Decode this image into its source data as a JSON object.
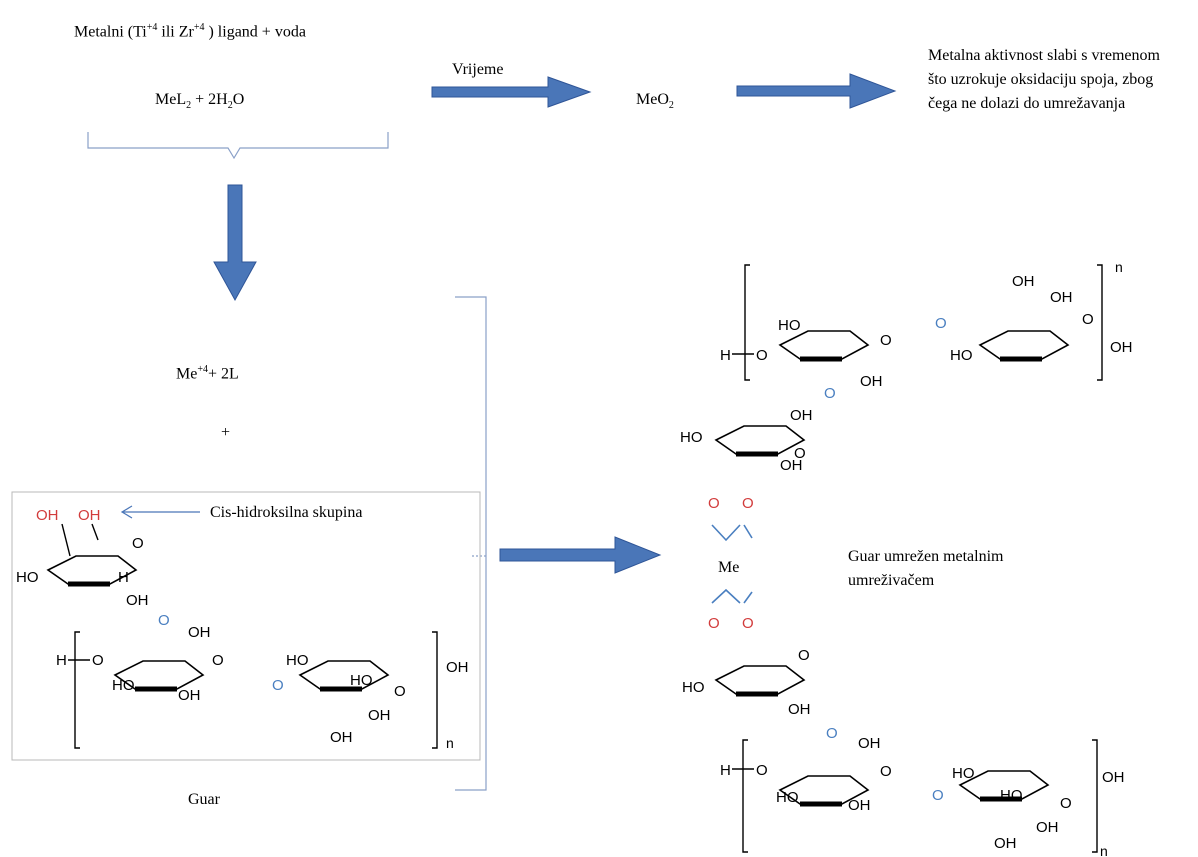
{
  "top": {
    "reactants_prefix": "Metalni (Ti",
    "ti_charge": "+4",
    "ili_zr": " ili Zr",
    "zr_charge": "+4",
    "reactants_suffix": " ) ligand +  voda",
    "eq_mel": "MeL",
    "eq_sub2": "2",
    "eq_plus": " + 2H",
    "eq_h2o_sub": "2",
    "eq_o": "O",
    "time_label": "Vrijeme",
    "meo_me": "MeO",
    "meo_sub": "2",
    "weakness_note": "Metalna aktivnost slabi s vremenom što uzrokuje oksidaciju spoja, zbog čega ne dolazi do umrežavanja"
  },
  "left": {
    "me_ion": "Me",
    "me_charge": "+4",
    "me_ligand": "+ 2L",
    "plus": "+",
    "cis_label": "Cis-hidroksilna skupina",
    "guar_caption": "Guar"
  },
  "right": {
    "crosslinked_label": "Guar umrežen metalnim umreživačem",
    "metal": "Me"
  },
  "chem": {
    "oh": "OH",
    "ho": "HO",
    "h": "H",
    "o": "O",
    "n": "n"
  },
  "colors": {
    "arrow_fill": "#4a76b8",
    "arrow_stroke": "#2f5597",
    "oxygen_link": "#4a7fc0",
    "cis_oxygen": "#d23c3c",
    "bracket": "#8aa0c8"
  }
}
